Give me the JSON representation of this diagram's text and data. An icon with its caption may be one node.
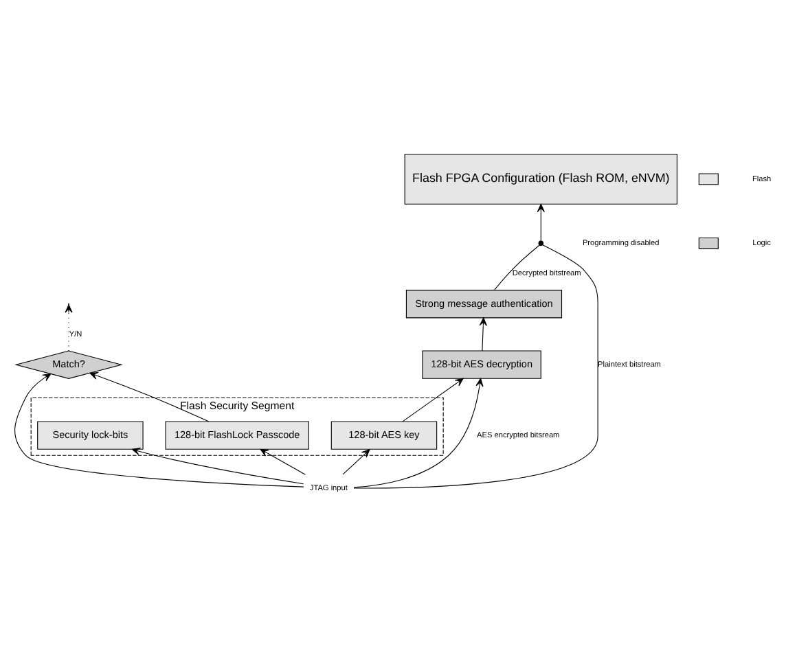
{
  "diagram": {
    "nodes": [
      {
        "text": [
          "Flash FPGA Configuration (Flash ROM, eNVM)"
        ]
      },
      {
        "text": [
          "Flash Security Segment"
        ]
      },
      {
        "text": [
          "Security lock-bits"
        ],
        "in": 1
      },
      {
        "text": [
          "128-bit AES key"
        ],
        "in": 1
      },
      {
        "text": [
          "128-bit FlashLock Passcode"
        ],
        "in": 1
      },
      {
        "text": [
          "Match?"
        ]
      },
      {
        "text": [
          "Strong message authentication"
        ]
      },
      {
        "text": [
          "128-bit AES decryption"
        ]
      },
      {
        "text": [
          "JTAG input"
        ]
      },
      {
        "text": [],
        "shape": "switch"
      }
    ],
    "edges": [
      {
        "from": 8,
        "to": 5,
        "arrow": "to"
      },
      {
        "from": 8,
        "to": 2,
        "arrow": "to"
      },
      {
        "from": 8,
        "to": 3,
        "arrow": "to"
      },
      {
        "from": 8,
        "to": 4,
        "arrow": "to"
      },
      {
        "from": 8,
        "to": 7,
        "arrow": "to",
        "label": "AES encrypted bitsream"
      },
      {
        "from": 8,
        "to": 9,
        "arrow": "none",
        "label": "Plaintext bitstream"
      },
      {
        "from": 4,
        "to": 5,
        "arrow": "to"
      },
      {
        "from": 5,
        "to": null,
        "arrow": "to",
        "label": "Y/N",
        "style": "dashed"
      },
      {
        "from": 3,
        "to": 7,
        "arrow": "to"
      },
      {
        "from": 7,
        "to": 6,
        "arrow": "to"
      },
      {
        "from": 6,
        "to": 9,
        "arrow": "none",
        "label": "Decrypted bitstream"
      },
      {
        "from": 9,
        "to": 0,
        "arrow": "to"
      }
    ],
    "labels": [
      "Programming disabled"
    ],
    "legend": [
      {
        "text": "Flash",
        "color": "#e6e6e6"
      },
      {
        "text": "Logic",
        "color": "#d0d0d0"
      }
    ]
  }
}
